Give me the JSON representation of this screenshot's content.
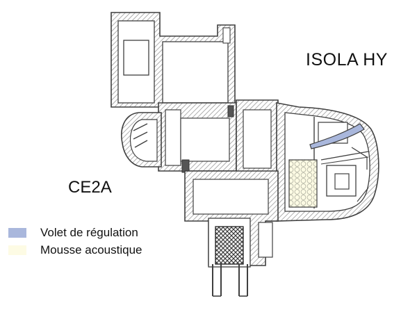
{
  "labels": {
    "product_right": "ISOLA HY",
    "product_left": "CE2A"
  },
  "legend": [
    {
      "text": "Volet de régulation",
      "color": "#a9b7dc"
    },
    {
      "text": "Mousse acoustique",
      "color": "#fdfbe4"
    }
  ],
  "colors": {
    "profile_stroke": "#3f3f3f",
    "profile_fill": "#ffffff",
    "section_hatch": "#8c8c8c",
    "regulation_flap": "#a9b7dc",
    "acoustic_foam": "#fdfbe4",
    "seal": "#555555"
  }
}
